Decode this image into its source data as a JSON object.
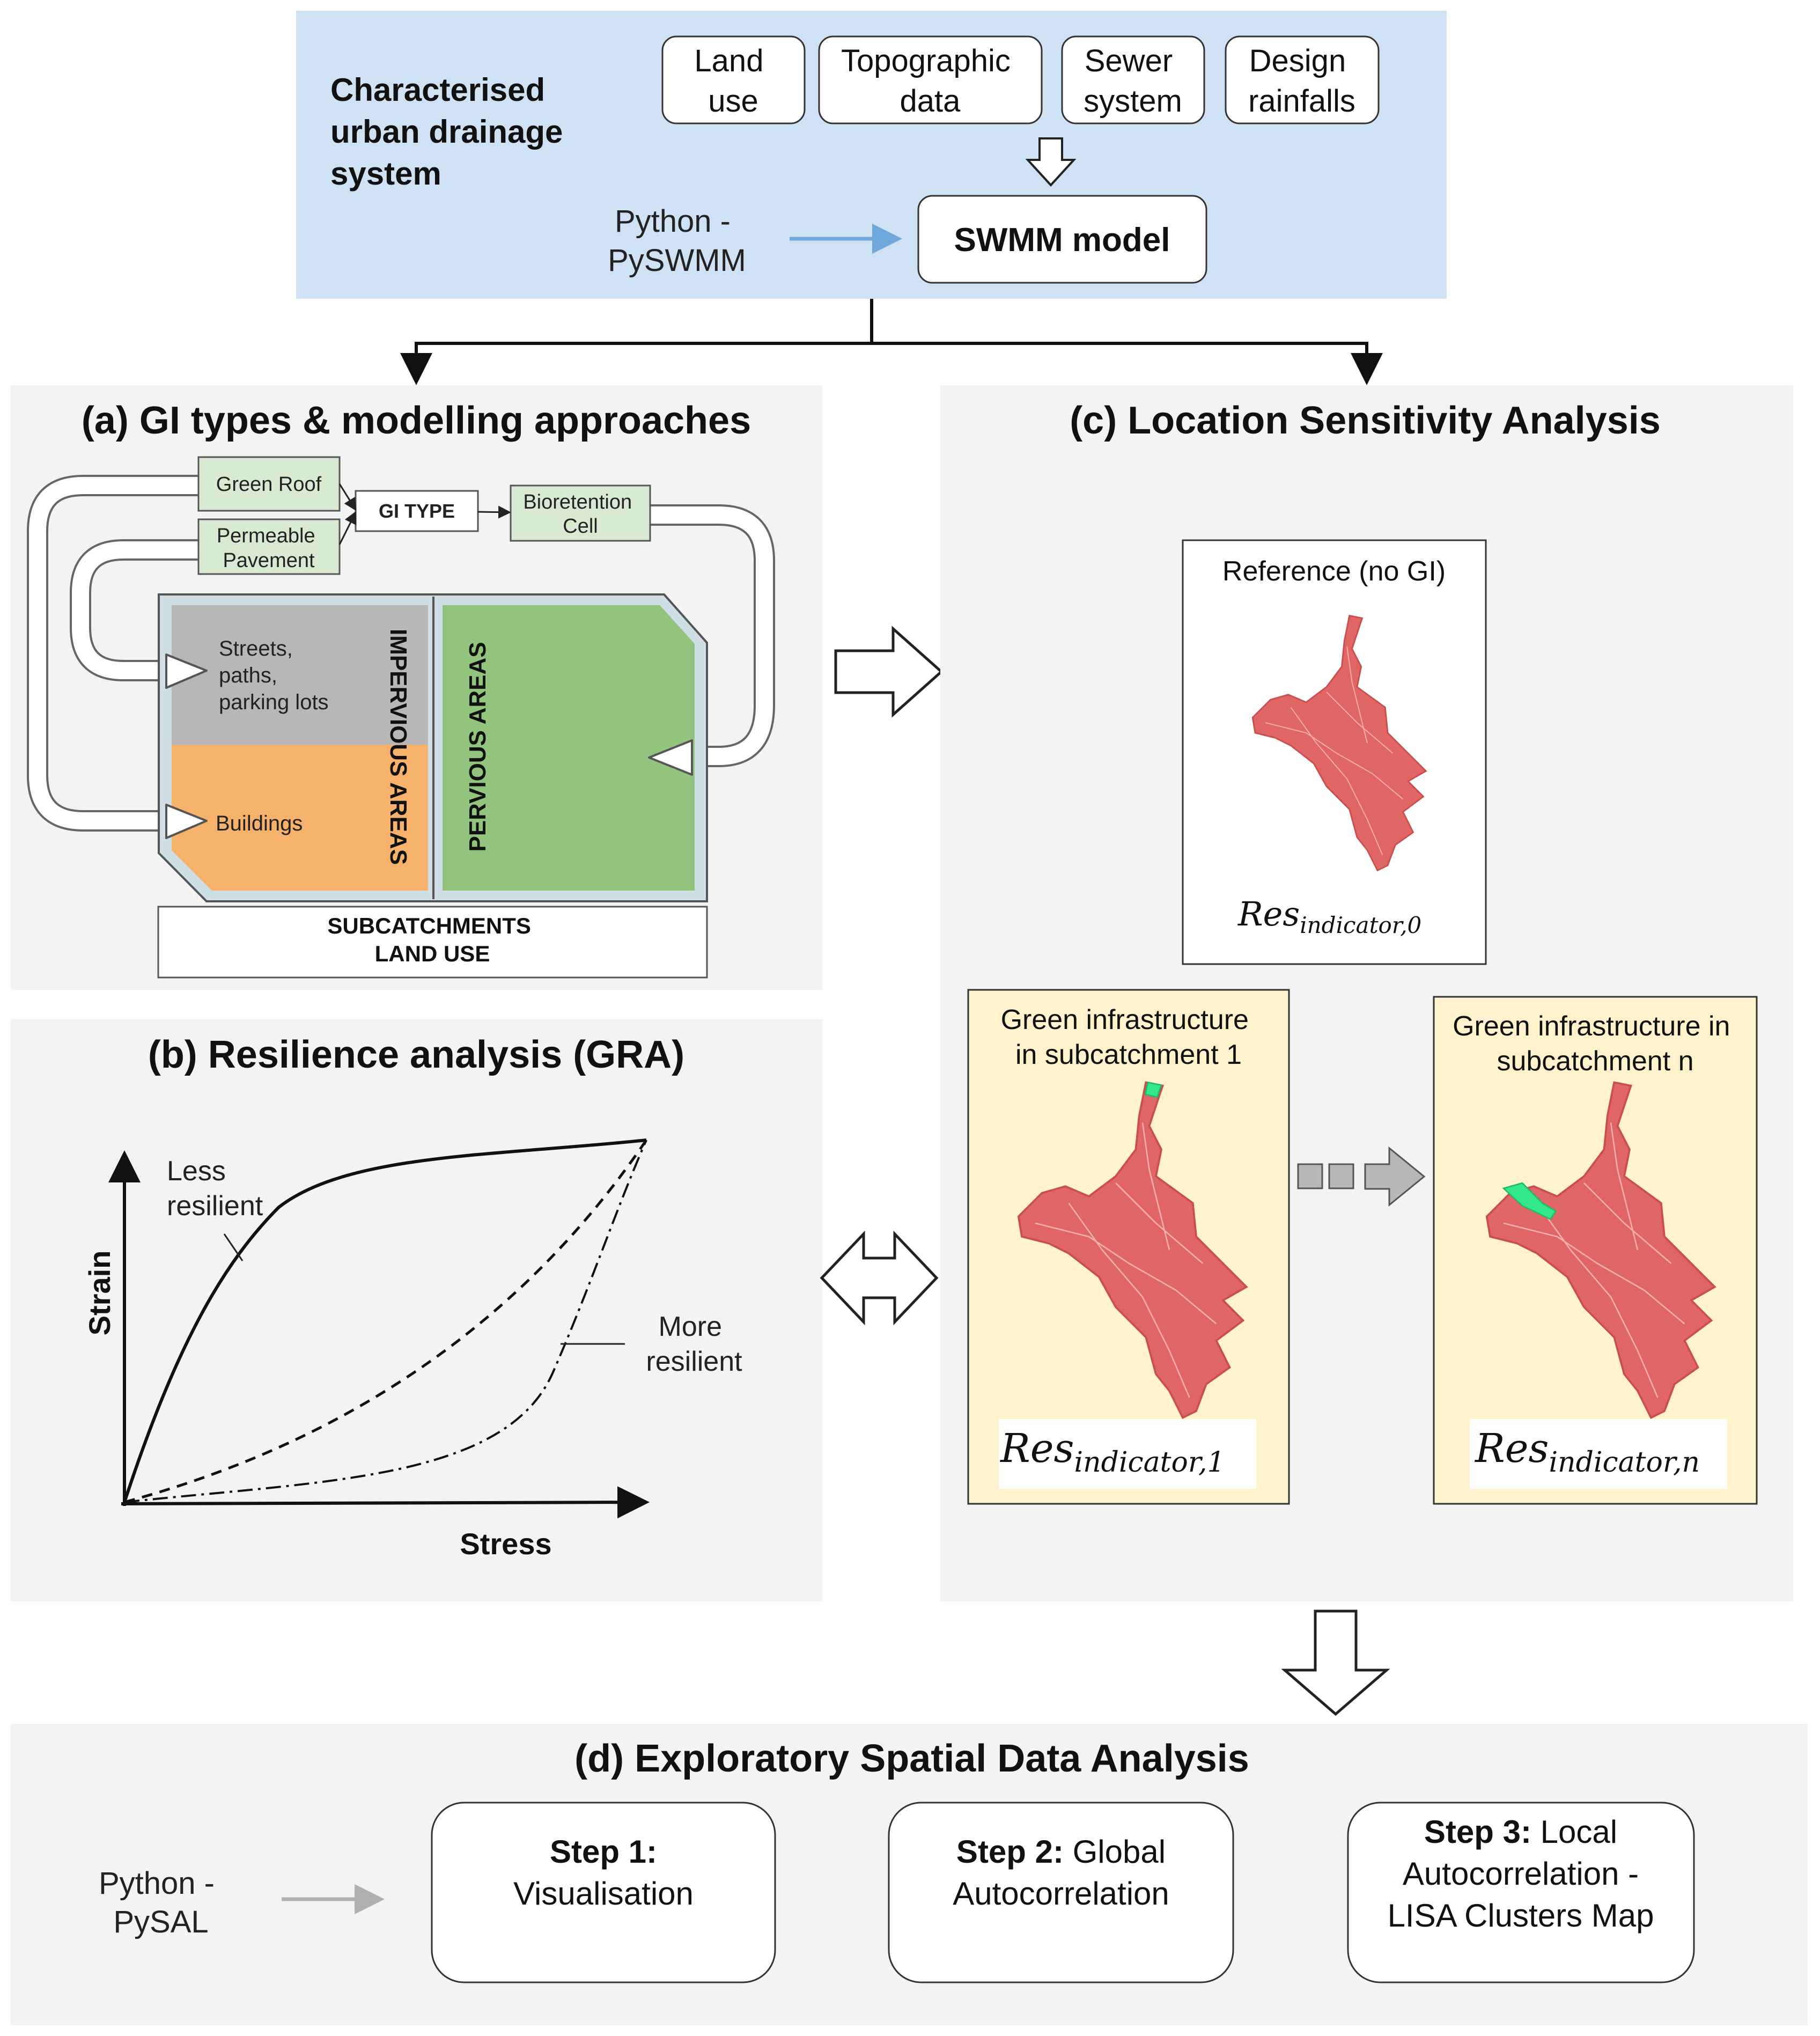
{
  "top": {
    "heading": [
      "Characterised",
      "urban drainage",
      "system"
    ],
    "inputs": [
      [
        "Land",
        "use"
      ],
      [
        "Topographic",
        "data"
      ],
      [
        "Sewer",
        "system"
      ],
      [
        "Design",
        "rainfalls"
      ]
    ],
    "python_label": [
      "Python -",
      "PySWMM"
    ],
    "model_label": "SWMM model"
  },
  "panel_a": {
    "title": "(a) GI types & modelling approaches",
    "gi_green_roof": "Green Roof",
    "gi_permeable": [
      "Permeable",
      "Pavement"
    ],
    "gi_type": "GI TYPE",
    "gi_bioretention": [
      "Bioretention",
      "Cell"
    ],
    "streets": [
      "Streets,",
      "paths,",
      "parking lots"
    ],
    "buildings": "Buildings",
    "impervious": "IMPERVIOUS AREAS",
    "pervious": "PERVIOUS AREAS",
    "subcatchments": [
      "SUBCATCHMENTS",
      "LAND USE"
    ]
  },
  "panel_b": {
    "title": "(b) Resilience analysis (GRA)",
    "less_resilient": [
      "Less",
      "resilient"
    ],
    "more_resilient": [
      "More",
      "resilient"
    ],
    "ylabel": "Strain",
    "xlabel": "Stress"
  },
  "panel_c": {
    "title": "(c) Location Sensitivity Analysis",
    "reference_label": "Reference (no GI)",
    "ref_res_base": "Res",
    "ref_res_sub": "indicator,0",
    "gi1_label": [
      "Green infrastructure",
      "in subcatchment 1"
    ],
    "gi1_res_base": "Res",
    "gi1_res_sub": "indicator,1",
    "gin_label": [
      "Green infrastructure in",
      "subcatchment n"
    ],
    "gin_res_base": "Res",
    "gin_res_sub": "indicator,n"
  },
  "panel_d": {
    "title": "(d) Exploratory Spatial Data Analysis",
    "python_label": [
      "Python -",
      "PySAL"
    ],
    "step1_bold": "Step 1:",
    "step1_text": "Visualisation",
    "step2_bold": "Step 2:",
    "step2_text1": " Global",
    "step2_text2": "Autocorrelation",
    "step3_bold": "Step 3:",
    "step3_text1": " Local",
    "step3_text2": "Autocorrelation -",
    "step3_text3": "LISA Clusters Map"
  },
  "colors": {
    "top_panel_bg": "#cfe2f3",
    "panel_bg": "#f3f3f3",
    "gi_box": "#d9ead3",
    "impervious_gray": "#b7b7b7",
    "buildings_orange": "#f6b26b",
    "pervious_green": "#93c47d",
    "map_red": "#e06666",
    "map_highlight": "#33e88a",
    "scenario_bg": "#fff2cc",
    "blue_arrow": "#6fa8dc"
  }
}
